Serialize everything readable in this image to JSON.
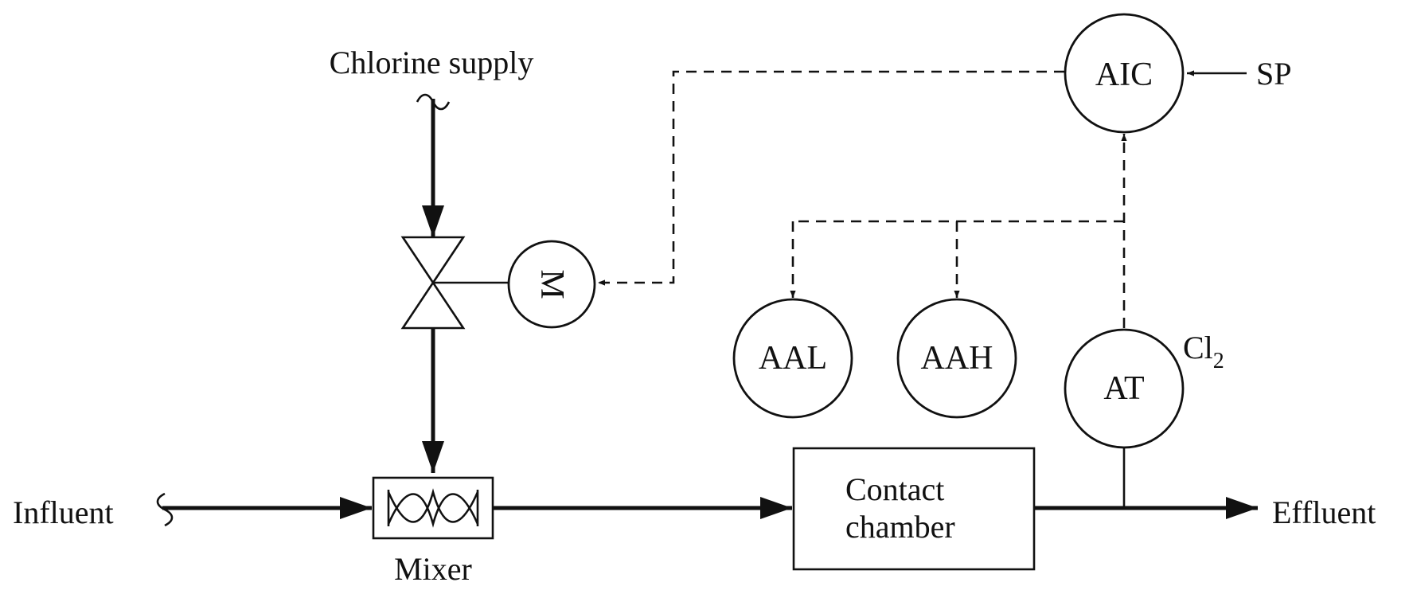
{
  "labels": {
    "chlorine_supply": "Chlorine supply",
    "influent": "Influent",
    "mixer": "Mixer",
    "contact_chamber_line1": "Contact",
    "contact_chamber_line2": "chamber",
    "effluent": "Effluent",
    "setpoint": "SP",
    "analyte_main": "Cl",
    "analyte_sub": "2"
  },
  "instruments": {
    "motor": "M",
    "controller": "AIC",
    "alarm_low": "AAL",
    "alarm_high": "AAH",
    "transmitter": "AT"
  }
}
